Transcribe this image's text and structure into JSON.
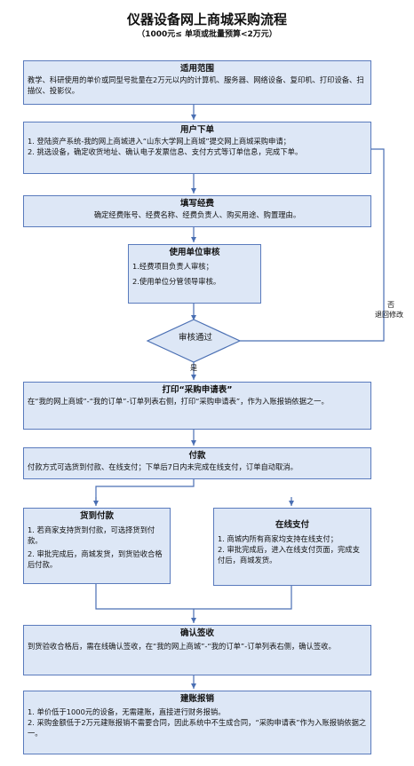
{
  "title": "仪器设备网上商城采购流程",
  "subtitle": "（1000元≤ 单项或批量预算<2万元）",
  "boxes": {
    "scope": {
      "title": "适用范围",
      "lines": [
        "教学、科研使用的单价或同型号批量在2万元以内的计算机、服务器、网络设备、复印机、打印设备、扫描仪、投影仪。"
      ]
    },
    "order": {
      "title": "用户下单",
      "lines": [
        "1. 登陆资产系统-我的网上商城进入“山东大学网上商城”提交网上商城采购申请；",
        "2. 挑选设备，确定收货地址、确认电子发票信息、支付方式等订单信息，完成下单。"
      ]
    },
    "funding": {
      "title": "填写经费",
      "lines": [
        "确定经费账号、经费名称、经费负责人、购买用途、购置理由。"
      ]
    },
    "review": {
      "title": "使用单位审核",
      "lines": [
        "1.经费项目负责人审核；",
        "2.使用单位分管领导审核。"
      ]
    },
    "print": {
      "title": "打印“采购申请表”",
      "lines": [
        "在“我的网上商城”-“我的订单”-订单列表右侧，打印“采购申请表”，作为入账报销依据之一。"
      ]
    },
    "payment": {
      "title": "付款",
      "lines": [
        "付款方式可选货到付款、在线支付；下单后7日内未完成在线支付，订单自动取消。"
      ]
    },
    "cod": {
      "title": "货到付款",
      "lines": [
        "1. 若商家支持货到付款，可选择货到付款。",
        "2. 审批完成后，商城发货，到货验收合格后付款。"
      ]
    },
    "online": {
      "title": "在线支付",
      "lines": [
        "1. 商城内所有商家均支持在线支付；",
        "2. 审批完成后，进入在线支付页面，完成支付后，商城发货。"
      ]
    },
    "confirm": {
      "title": "确认签收",
      "lines": [
        "到货验收合格后，需在线确认签收，在“我的网上商城”-“我的订单”-订单列表右侧，确认签收。"
      ]
    },
    "account": {
      "title": "建账报销",
      "lines": [
        "1. 单价低于1000元的设备，无需建账，直接进行财务报销。",
        "2. 采购金额低于2万元建账报销不需要合同，因此系统中不生成合同，“采购申请表”作为入账报销依据之一。"
      ]
    }
  },
  "decision": {
    "label": "审核通过",
    "yes_label": "是",
    "no_label": "否",
    "no_action": "退回修改"
  }
}
